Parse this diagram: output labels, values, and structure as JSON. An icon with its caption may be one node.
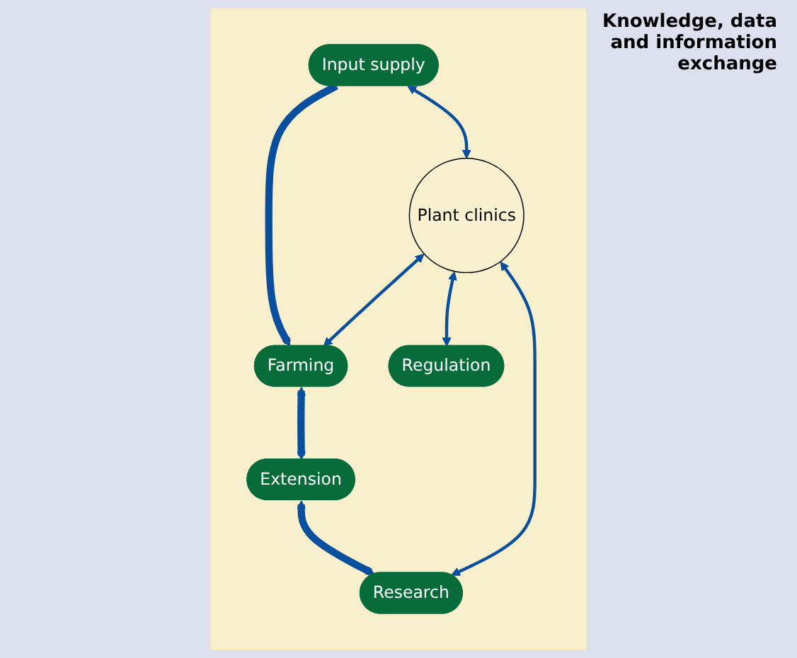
{
  "diagram": {
    "nodes": [
      {
        "text": [],
        "shape": "cloud"
      },
      {
        "text": [
          "Farming"
        ],
        "in": 0
      },
      {
        "text": [
          "Input supply"
        ],
        "in": 0
      },
      {
        "text": [
          "Plant clinics"
        ],
        "in": 0
      },
      {
        "text": [
          "Extension"
        ],
        "in": 0
      },
      {
        "text": [
          "Regulation"
        ],
        "in": 0
      },
      {
        "text": [
          "Research"
        ],
        "in": 0
      }
    ],
    "edges": [
      {
        "from": 2,
        "to": 1,
        "arrow": "to",
        "style": "thick"
      },
      {
        "from": 1,
        "to": 4,
        "arrow": "both",
        "style": "thick"
      },
      {
        "from": 4,
        "to": 6,
        "arrow": "both",
        "style": "thick"
      },
      {
        "from": 3,
        "to": 1,
        "arrow": "both"
      },
      {
        "from": 2,
        "to": 3,
        "arrow": "both"
      },
      {
        "from": 3,
        "to": 5,
        "arrow": "both"
      },
      {
        "from": 3,
        "to": 6,
        "arrow": "both"
      }
    ],
    "labels": [
      "Knowledge, data and information exchange"
    ]
  }
}
